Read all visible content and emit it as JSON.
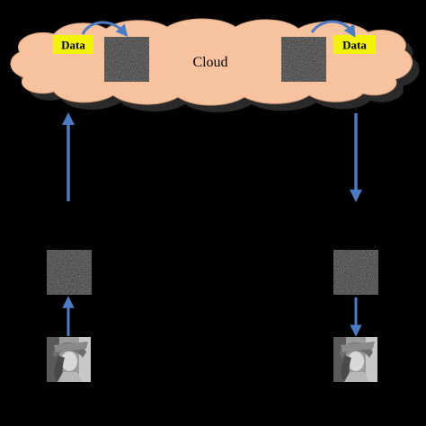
{
  "cloud": {
    "label": "Cloud",
    "fill": "#f7c39f",
    "data_left_label": "Data",
    "data_right_label": "Data",
    "data_box_color": "#f2f20a"
  },
  "colors": {
    "arrow": "#4a7bc4",
    "noise_block": "#2c2c2c",
    "background": "#000000"
  },
  "icons": {
    "noise_block": "encrypted-noise-image",
    "photo": "grayscale-lena-photo"
  }
}
